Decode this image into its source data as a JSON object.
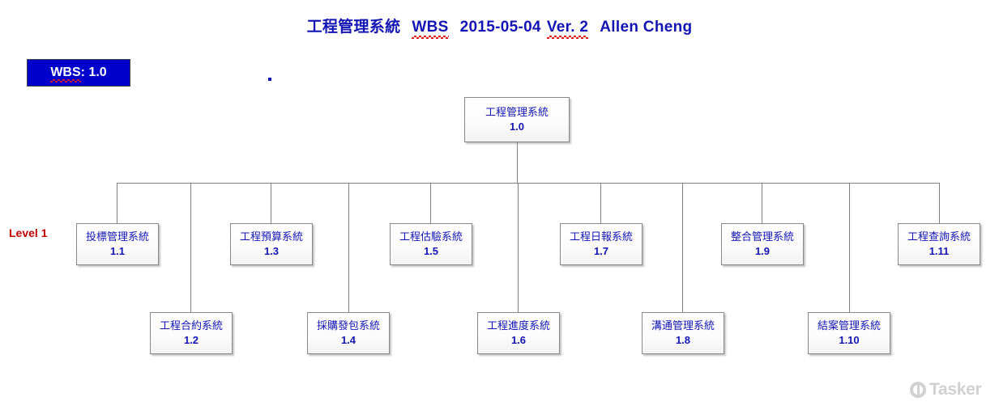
{
  "title": {
    "system": "工程管理系統",
    "doc_type": "WBS",
    "date": "2015-05-04",
    "version": "Ver. 2",
    "author": "Allen Cheng"
  },
  "badge": {
    "prefix": "WBS",
    "value": ": 1.0"
  },
  "level_label": "Level 1",
  "root": {
    "name": "工程管理系統",
    "id": "1.0"
  },
  "nodes_top": [
    {
      "name": "投標管理系統",
      "id": "1.1"
    },
    {
      "name": "工程預算系統",
      "id": "1.3"
    },
    {
      "name": "工程估驗系統",
      "id": "1.5"
    },
    {
      "name": "工程日報系統",
      "id": "1.7"
    },
    {
      "name": "整合管理系統",
      "id": "1.9"
    },
    {
      "name": "工程查詢系統",
      "id": "1.11"
    }
  ],
  "nodes_bottom": [
    {
      "name": "工程合約系統",
      "id": "1.2"
    },
    {
      "name": "採購發包系統",
      "id": "1.4"
    },
    {
      "name": "工程進度系統",
      "id": "1.6"
    },
    {
      "name": "溝通管理系統",
      "id": "1.8"
    },
    {
      "name": "結案管理系統",
      "id": "1.10"
    }
  ],
  "watermark": "Tasker",
  "colors": {
    "title_blue": "#1414b4",
    "badge_blue": "#0000cc",
    "level_red": "#c00000",
    "node_text": "#1414b4",
    "connector_gray": "#808080",
    "watermark_gray": "#c9c9c9"
  }
}
